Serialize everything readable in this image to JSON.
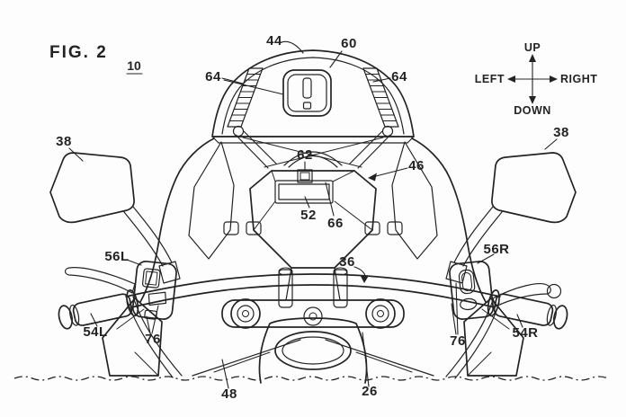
{
  "figure": {
    "caption": "FIG. 2",
    "figure_ref": "10"
  },
  "compass": {
    "up": "UP",
    "down": "DOWN",
    "left": "LEFT",
    "right": "RIGHT"
  },
  "labels": {
    "n44": "44",
    "n60": "60",
    "n64L": "64",
    "n64R": "64",
    "n38L": "38",
    "n38R": "38",
    "n62": "62",
    "n46": "46",
    "n52": "52",
    "n66": "66",
    "n56L": "56L",
    "n56R": "56R",
    "n36": "36",
    "n54L": "54L",
    "n54R": "54R",
    "n76L": "76",
    "n76R": "76",
    "n48": "48",
    "n26": "26"
  },
  "colors": {
    "ink": "#232323",
    "background": "#fdfdfd"
  }
}
